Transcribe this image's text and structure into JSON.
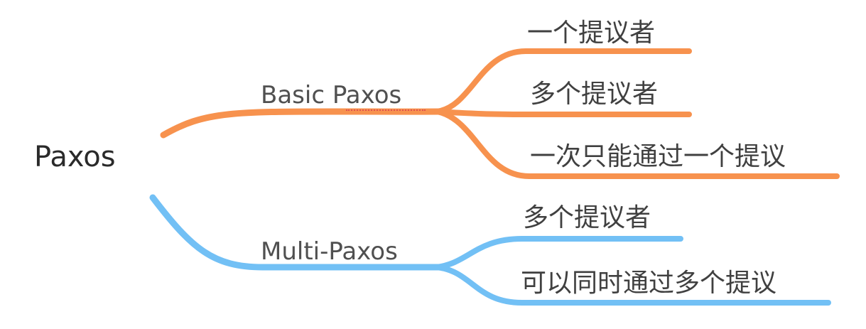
{
  "root": {
    "label": "Paxos"
  },
  "colors": {
    "basic_branch": "#f7924e",
    "multi_branch": "#72c0f5",
    "text": "#404040",
    "spellcheck": "#e05050"
  },
  "branches": [
    {
      "label": "Basic Paxos",
      "leaves": [
        "一个提议者",
        "多个提议者",
        "一次只能通过一个提议"
      ]
    },
    {
      "label": "Multi-Paxos",
      "leaves": [
        "多个提议者",
        "可以同时通过多个提议"
      ]
    }
  ]
}
